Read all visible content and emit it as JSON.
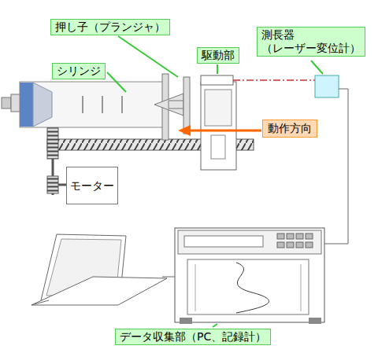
{
  "diagram": {
    "nodes": [
      {
        "text": [
          "押し子（プランジャ）"
        ]
      },
      {
        "text": [
          "測長器 （レーザー変位計）"
        ]
      },
      {
        "text": [
          "駆動部"
        ]
      },
      {
        "text": [
          "シリンジ"
        ]
      },
      {
        "text": [
          "動作方向"
        ]
      },
      {
        "text": [
          "モーター"
        ]
      },
      {
        "text": [
          "データ収集部（PC、記録計）"
        ]
      }
    ]
  }
}
